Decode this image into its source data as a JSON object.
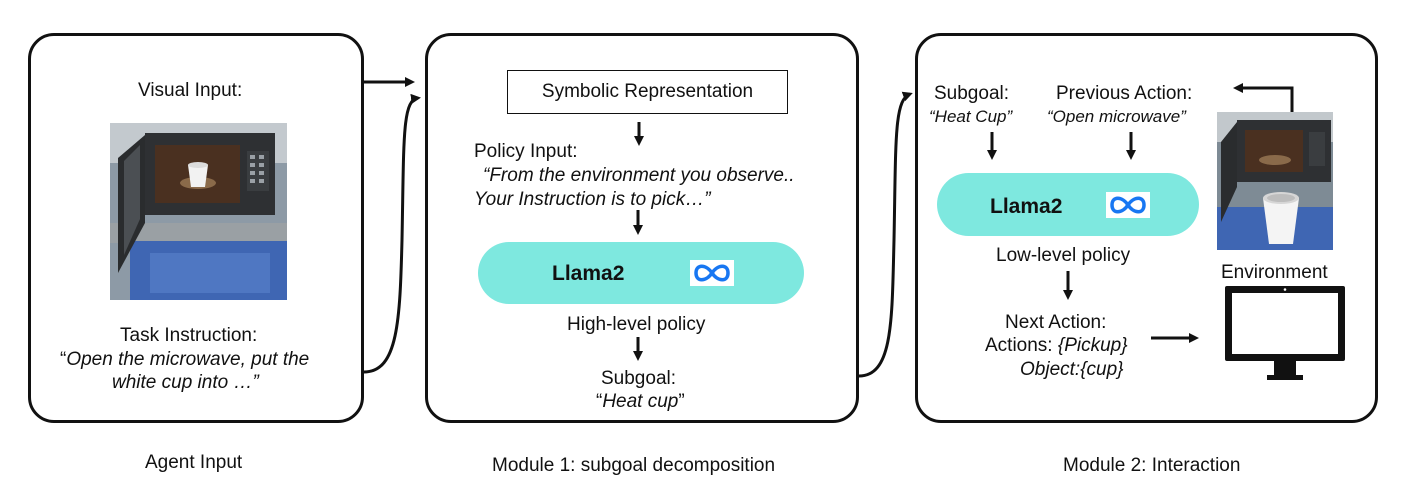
{
  "agent_input": {
    "visual_label": "Visual Input:",
    "task_label": "Task Instruction:",
    "task_text_quote": "“",
    "task_text_line1": "Open the microwave, put the",
    "task_text_line2": "white cup into …”",
    "caption": "Agent Input"
  },
  "module1": {
    "symbolic_box": "Symbolic Representation",
    "policy_input_label": "Policy Input:",
    "policy_input_line1": "“From the environment you observe..",
    "policy_input_line2": "Your Instruction is to pick…”",
    "model_name": "Llama2",
    "policy_label": "High-level policy",
    "subgoal_label": "Subgoal:",
    "subgoal_value_open": "“",
    "subgoal_value": "Heat cup",
    "subgoal_value_close": "”",
    "caption": "Module 1: subgoal decomposition"
  },
  "module2": {
    "subgoal_label": "Subgoal:",
    "subgoal_value": "“Heat Cup”",
    "prev_action_label": "Previous Action:",
    "prev_action_value": "“Open microwave”",
    "model_name": "Llama2",
    "policy_label": "Low-level policy",
    "next_action_label": "Next Action:",
    "actions_prefix": "Actions: ",
    "actions_value": "{Pickup}",
    "object_value": "Object:{cup}",
    "environment_label": "Environment",
    "caption": "Module 2: Interaction"
  },
  "icons": {
    "meta_logo": "meta-infinity-icon",
    "monitor": "computer-monitor-icon",
    "scene_image": "microwave-scene-image"
  },
  "colors": {
    "llm_pill": "#7ee8df",
    "meta_blue": "#1877f2"
  }
}
